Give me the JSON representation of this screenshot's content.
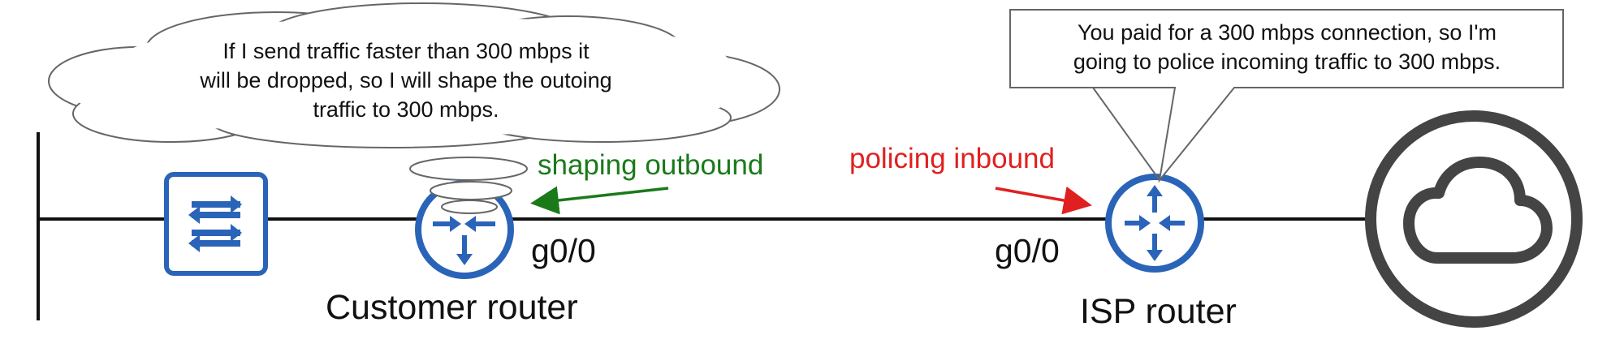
{
  "thought_bubble": {
    "lines": [
      "If I send traffic faster than 300 mbps it",
      "will be dropped, so I will shape the outoing",
      "traffic to 300 mbps."
    ]
  },
  "speech_bubble": {
    "lines": [
      "You paid for a 300 mbps connection, so I'm",
      "going to police incoming traffic to 300 mbps."
    ]
  },
  "annotations": {
    "shaping": {
      "text": "shaping outbound",
      "color": "#1a7a1a"
    },
    "policing": {
      "text": "policing inbound",
      "color": "#e02020"
    }
  },
  "devices": {
    "customer_router": {
      "label": "Customer router",
      "interface": "g0/0"
    },
    "isp_router": {
      "label": "ISP router",
      "interface": "g0/0"
    }
  },
  "colors": {
    "device_blue": "#2a64b8",
    "line": "#111111",
    "cloud_gray": "#444444"
  },
  "icons": [
    "switch-icon",
    "router-icon",
    "router-icon",
    "cloud-icon"
  ]
}
